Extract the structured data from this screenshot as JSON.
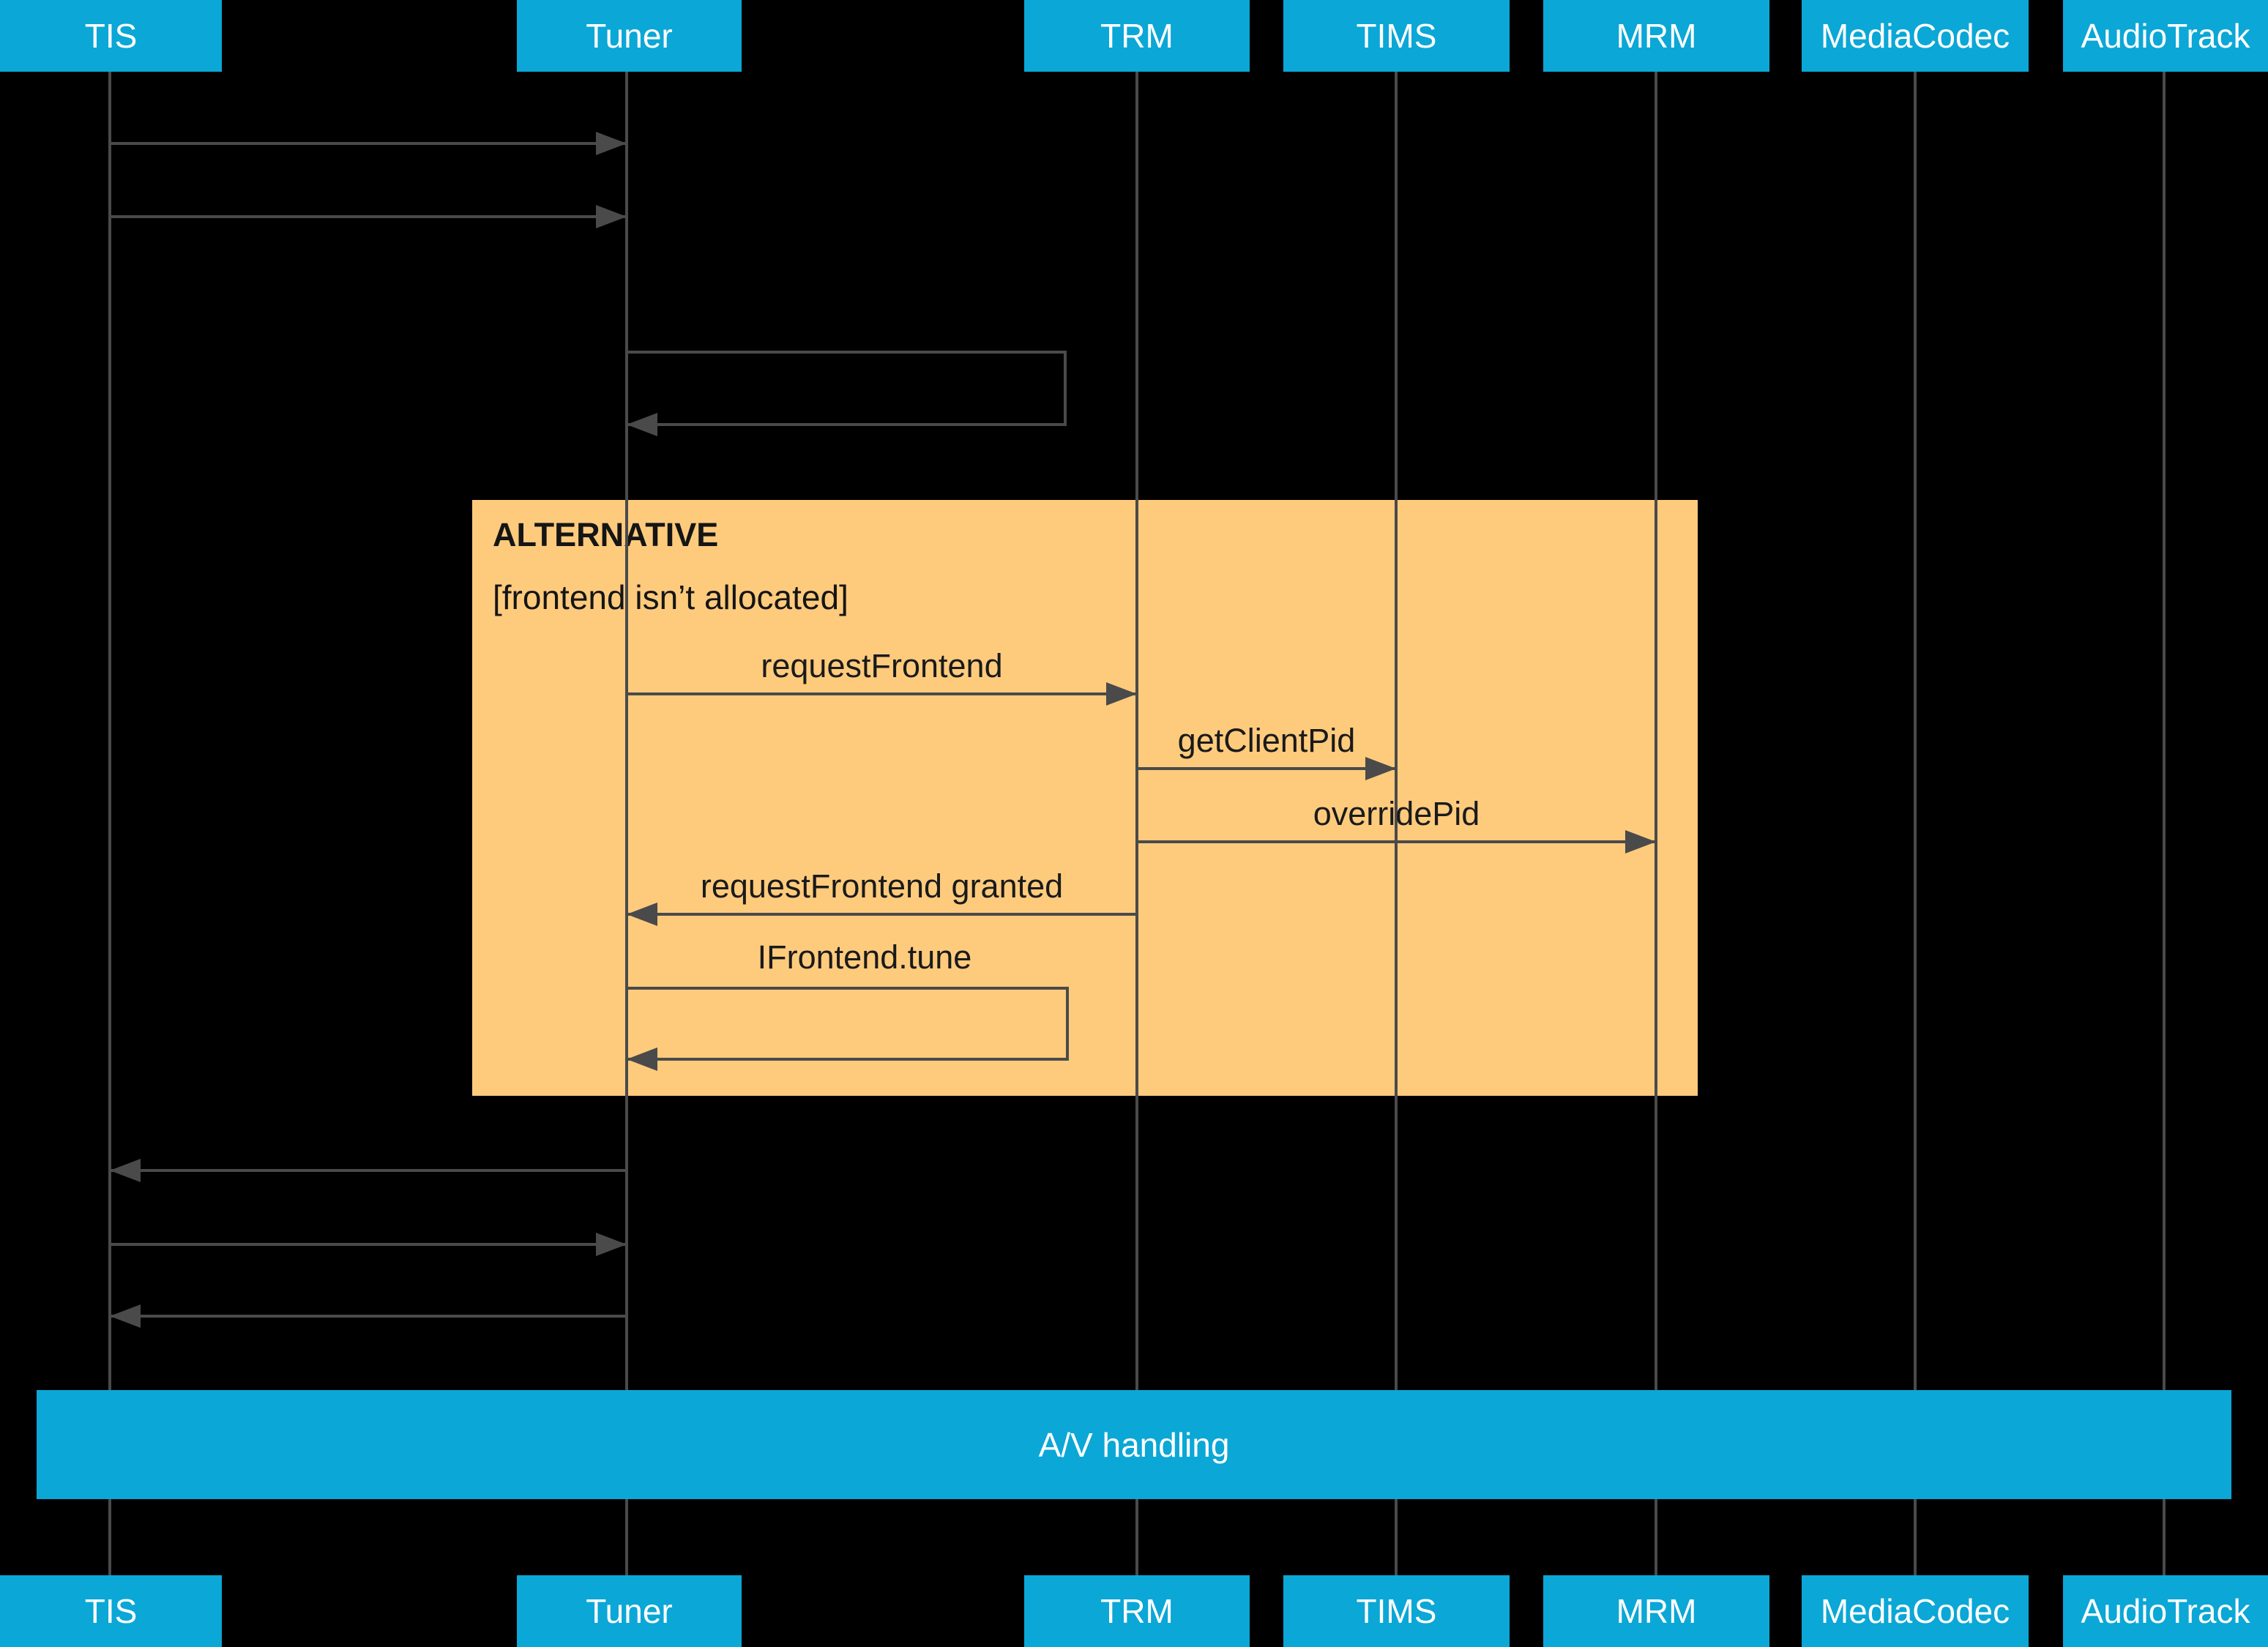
{
  "participants": [
    {
      "label": "TIS"
    },
    {
      "label": "Tuner"
    },
    {
      "label": "TRM"
    },
    {
      "label": "TIMS"
    },
    {
      "label": "MRM"
    },
    {
      "label": "MediaCodec"
    },
    {
      "label": "AudioTrack"
    }
  ],
  "alt_frame": {
    "operator": "ALTERNATIVE",
    "guard": "[frontend isn’t allocated]"
  },
  "messages": [
    {
      "from": "TIS",
      "to": "Tuner",
      "label": "",
      "self": false
    },
    {
      "from": "TIS",
      "to": "Tuner",
      "label": "",
      "self": false
    },
    {
      "from": "Tuner",
      "to": "Tuner",
      "label": "",
      "self": true
    },
    {
      "from": "Tuner",
      "to": "TRM",
      "label": "requestFrontend",
      "self": false
    },
    {
      "from": "TRM",
      "to": "TIMS",
      "label": "getClientPid",
      "self": false
    },
    {
      "from": "TRM",
      "to": "MRM",
      "label": "overridePid",
      "self": false
    },
    {
      "from": "TRM",
      "to": "Tuner",
      "label": "requestFrontend granted",
      "self": false
    },
    {
      "from": "Tuner",
      "to": "Tuner",
      "label": "IFrontend.tune",
      "self": true
    },
    {
      "from": "Tuner",
      "to": "TIS",
      "label": "",
      "self": false
    },
    {
      "from": "TIS",
      "to": "Tuner",
      "label": "",
      "self": false
    },
    {
      "from": "Tuner",
      "to": "TIS",
      "label": "",
      "self": false
    }
  ],
  "av_handling": {
    "label": "A/V handling"
  },
  "colors": {
    "accent_cyan": "#0ba7d6",
    "frame_orange": "#fecb7d",
    "line_gray": "#4a4a4a",
    "background": "#000000",
    "header_text": "#ffffff",
    "label_text": "#1a1a1a"
  }
}
